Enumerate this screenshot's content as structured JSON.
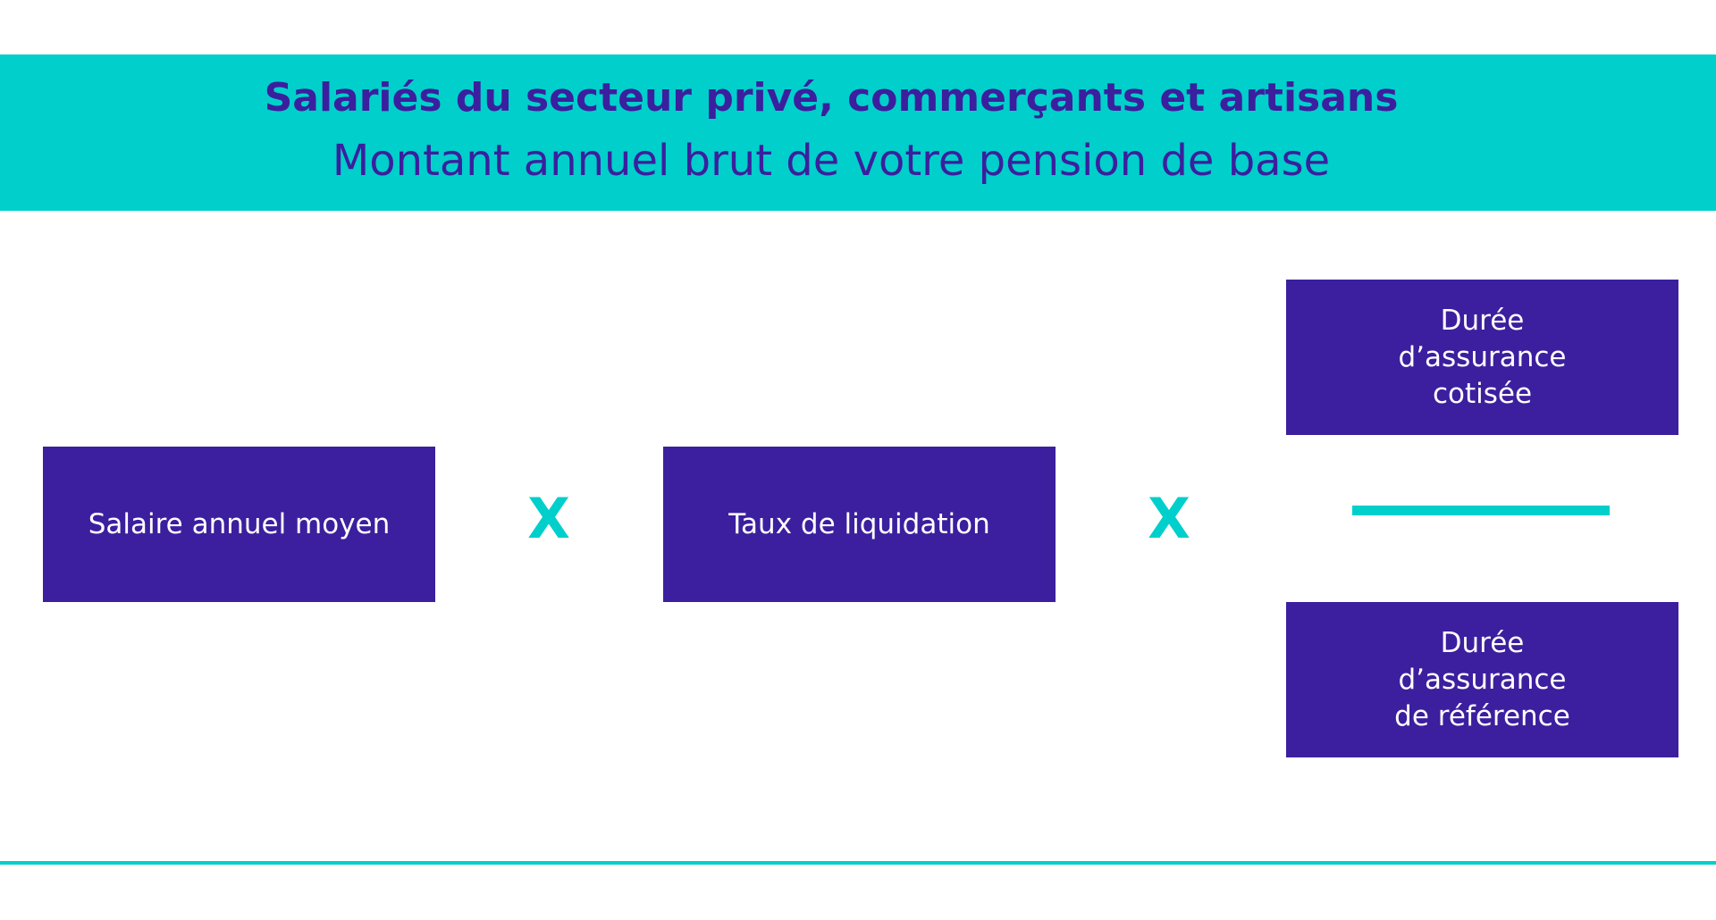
{
  "header": {
    "title": "Salariés du secteur privé, commerçants et artisans",
    "subtitle": "Montant annuel brut de votre pension de base"
  },
  "formula": {
    "factor1": "Salaire annuel moyen",
    "operator1": "X",
    "factor2": "Taux de liquidation",
    "operator2": "X",
    "numerator": [
      "Durée",
      "d’assurance",
      "cotisée"
    ],
    "denominator": [
      "Durée",
      "d’assurance",
      "de référence"
    ]
  },
  "colors": {
    "accent": "#00cfcb",
    "primary": "#3c1f9e",
    "text_on_primary": "#ffffff",
    "background": "#ffffff"
  }
}
